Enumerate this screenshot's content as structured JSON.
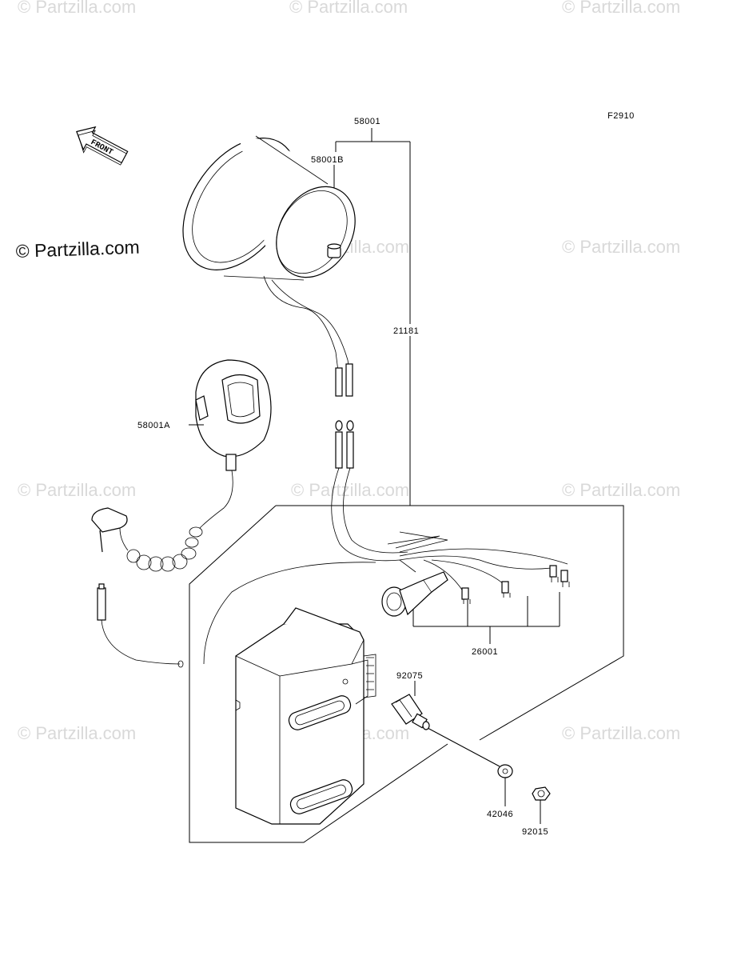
{
  "figure_code": "F2910",
  "front_arrow_text": "FRONT",
  "watermark_text": "© Partzilla.com",
  "copyright_text": "© Partzilla.com",
  "part_labels": {
    "p58001": "58001",
    "p58001B": "58001B",
    "p58001A": "58001A",
    "p21181": "21181",
    "p26001": "26001",
    "p92075": "92075",
    "p42046": "42046",
    "p92015": "92015"
  }
}
